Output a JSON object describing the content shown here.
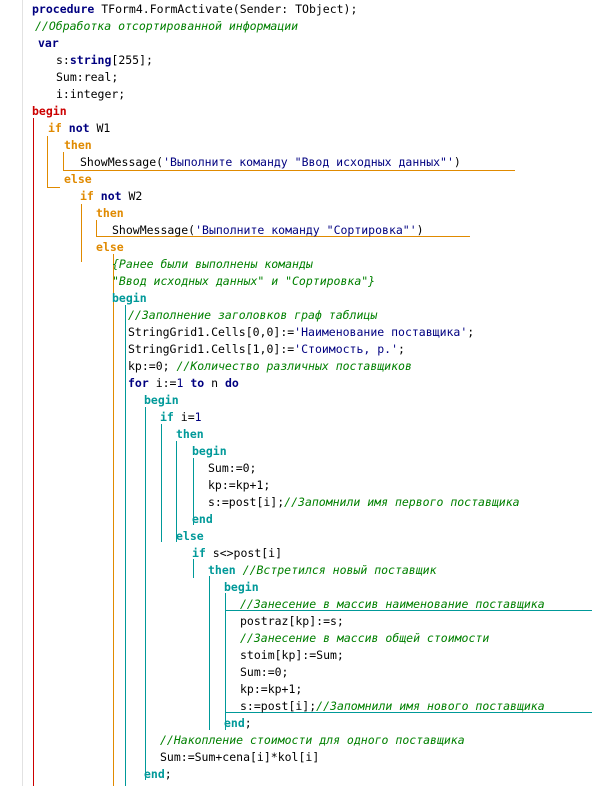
{
  "colors": {
    "keyword": "#000080",
    "default": "#000000",
    "comment": "#008000",
    "string": "#000080",
    "number": "#000080",
    "begin_end_outer": "#cc0000",
    "if_then_else": "#e08a00",
    "begin_end_inner": "#009999"
  },
  "lines": [
    [
      {
        "t": "procedure",
        "c": "keyword",
        "b": true
      },
      {
        "t": " TForm4.FormActivate(Sender: TObject);",
        "c": "default"
      }
    ],
    [
      {
        "t": "//Обработка отсортированной информации",
        "c": "comment",
        "i": true
      }
    ],
    [
      {
        "t": "var",
        "c": "keyword",
        "b": true
      }
    ],
    [
      {
        "t": "s:",
        "c": "default"
      },
      {
        "t": "string",
        "c": "keyword",
        "b": true
      },
      {
        "t": "[255];",
        "c": "default"
      }
    ],
    [
      {
        "t": "Sum:real;",
        "c": "default"
      }
    ],
    [
      {
        "t": "i:integer;",
        "c": "default"
      }
    ],
    [
      {
        "t": "begin",
        "c": "begin_end_outer",
        "b": true
      }
    ],
    [
      {
        "t": "if",
        "c": "if_then_else",
        "b": true
      },
      {
        "t": " ",
        "c": "default"
      },
      {
        "t": "not",
        "c": "keyword",
        "b": true
      },
      {
        "t": " W1",
        "c": "default"
      }
    ],
    [
      {
        "t": "then",
        "c": "if_then_else",
        "b": true
      }
    ],
    [
      {
        "t": "ShowMessage(",
        "c": "default"
      },
      {
        "t": "'Выполните команду \"Ввод исходных данных\"'",
        "c": "string"
      },
      {
        "t": ")",
        "c": "default"
      }
    ],
    [
      {
        "t": "else",
        "c": "if_then_else",
        "b": true
      }
    ],
    [
      {
        "t": "if",
        "c": "if_then_else",
        "b": true
      },
      {
        "t": " ",
        "c": "default"
      },
      {
        "t": "not",
        "c": "keyword",
        "b": true
      },
      {
        "t": " W2",
        "c": "default"
      }
    ],
    [
      {
        "t": "then",
        "c": "if_then_else",
        "b": true
      }
    ],
    [
      {
        "t": "ShowMessage(",
        "c": "default"
      },
      {
        "t": "'Выполните команду \"Сортировка\"'",
        "c": "string"
      },
      {
        "t": ")",
        "c": "default"
      }
    ],
    [
      {
        "t": "else",
        "c": "if_then_else",
        "b": true
      }
    ],
    [
      {
        "t": "{Ранее были выполнены команды",
        "c": "comment",
        "i": true
      }
    ],
    [
      {
        "t": "\"Ввод исходных данных\" и \"Сортировка\"}",
        "c": "comment",
        "i": true
      }
    ],
    [
      {
        "t": "begin",
        "c": "begin_end_inner",
        "b": true
      }
    ],
    [
      {
        "t": "//Заполнение заголовков граф таблицы",
        "c": "comment",
        "i": true
      }
    ],
    [
      {
        "t": "StringGrid1.Cells[0,0]:=",
        "c": "default"
      },
      {
        "t": "'Наименование поставщика'",
        "c": "string"
      },
      {
        "t": ";",
        "c": "default"
      }
    ],
    [
      {
        "t": "StringGrid1.Cells[1,0]:=",
        "c": "default"
      },
      {
        "t": "'Стоимость, р.'",
        "c": "string"
      },
      {
        "t": ";",
        "c": "default"
      }
    ],
    [
      {
        "t": "kp:=0; ",
        "c": "default"
      },
      {
        "t": "//Количество различных поставщиков",
        "c": "comment",
        "i": true
      }
    ],
    [
      {
        "t": "for",
        "c": "keyword",
        "b": true
      },
      {
        "t": " i:=",
        "c": "default"
      },
      {
        "t": "1",
        "c": "number"
      },
      {
        "t": " ",
        "c": "default"
      },
      {
        "t": "to",
        "c": "keyword",
        "b": true
      },
      {
        "t": " n ",
        "c": "default"
      },
      {
        "t": "do",
        "c": "keyword",
        "b": true
      }
    ],
    [
      {
        "t": "begin",
        "c": "begin_end_inner",
        "b": true
      }
    ],
    [
      {
        "t": "if",
        "c": "begin_end_inner",
        "b": true
      },
      {
        "t": " i=",
        "c": "default"
      },
      {
        "t": "1",
        "c": "number"
      }
    ],
    [
      {
        "t": "then",
        "c": "begin_end_inner",
        "b": true
      }
    ],
    [
      {
        "t": "begin",
        "c": "begin_end_inner",
        "b": true
      }
    ],
    [
      {
        "t": "Sum:=0;",
        "c": "default"
      }
    ],
    [
      {
        "t": "kp:=kp+1;",
        "c": "default"
      }
    ],
    [
      {
        "t": "s:=post[i];",
        "c": "default"
      },
      {
        "t": "//Запомнили имя первого поставщика",
        "c": "comment",
        "i": true
      }
    ],
    [
      {
        "t": "end",
        "c": "begin_end_inner",
        "b": true
      }
    ],
    [
      {
        "t": "else",
        "c": "begin_end_inner",
        "b": true
      }
    ],
    [
      {
        "t": "if",
        "c": "begin_end_inner",
        "b": true
      },
      {
        "t": " s<>post[i]",
        "c": "default"
      }
    ],
    [
      {
        "t": "then",
        "c": "begin_end_inner",
        "b": true
      },
      {
        "t": " ",
        "c": "default"
      },
      {
        "t": "//Встретился новый поставщик",
        "c": "comment",
        "i": true
      }
    ],
    [
      {
        "t": "begin",
        "c": "begin_end_inner",
        "b": true
      }
    ],
    [
      {
        "t": "//Занесение в массив наименование поставщика",
        "c": "comment",
        "i": true
      }
    ],
    [
      {
        "t": "postraz[kp]:=s;",
        "c": "default"
      }
    ],
    [
      {
        "t": "//Занесение в массив общей стоимости",
        "c": "comment",
        "i": true
      }
    ],
    [
      {
        "t": "stoim[kp]:=Sum;",
        "c": "default"
      }
    ],
    [
      {
        "t": "Sum:=0;",
        "c": "default"
      }
    ],
    [
      {
        "t": "kp:=kp+1;",
        "c": "default"
      }
    ],
    [
      {
        "t": "s:=post[i];",
        "c": "default"
      },
      {
        "t": "//Запомнили имя нового поставщика",
        "c": "comment",
        "i": true
      }
    ],
    [
      {
        "t": "end",
        "c": "begin_end_inner",
        "b": true
      },
      {
        "t": ";",
        "c": "default"
      }
    ],
    [
      {
        "t": "//Накопление стоимости для одного поставщика",
        "c": "comment",
        "i": true
      }
    ],
    [
      {
        "t": "Sum:=Sum+cena[i]*kol[i]",
        "c": "default"
      }
    ],
    [
      {
        "t": "end",
        "c": "begin_end_inner",
        "b": true
      },
      {
        "t": ";",
        "c": "default"
      }
    ]
  ]
}
